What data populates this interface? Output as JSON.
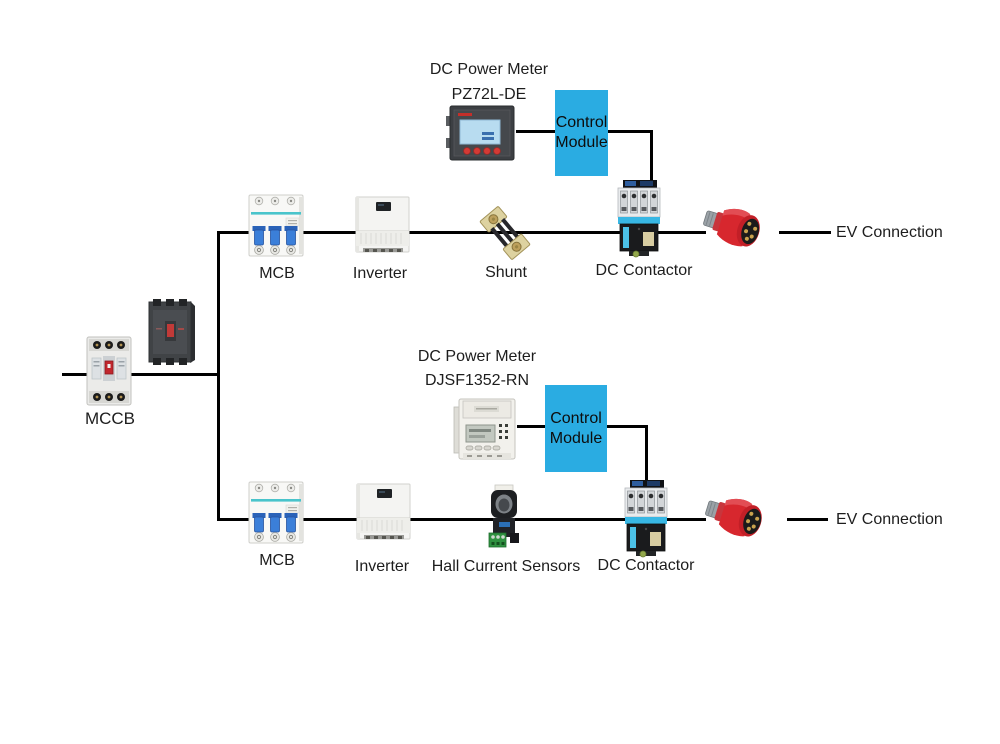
{
  "diagram_type": "EV charging power circuit diagram",
  "source": {
    "label": "MCCB",
    "icon": "mccb-icon",
    "second_icon": "molded-breaker-icon"
  },
  "branches": [
    {
      "id": "top",
      "meter": {
        "title": "DC Power Meter",
        "model": "PZ72L-DE",
        "icon": "panel-meter-icon"
      },
      "control_module": {
        "label": "Control Module"
      },
      "components": [
        {
          "name": "mcb",
          "label": "MCB",
          "icon": "mcb-icon"
        },
        {
          "name": "inverter",
          "label": "Inverter",
          "icon": "inverter-icon"
        },
        {
          "name": "shunt",
          "label": "Shunt",
          "icon": "shunt-icon"
        },
        {
          "name": "dc-contactor",
          "label": "DC Contactor",
          "icon": "dc-contactor-icon"
        }
      ],
      "plug_icon": "ev-plug-icon",
      "ev_label": "EV Connection"
    },
    {
      "id": "bottom",
      "meter": {
        "title": "DC Power Meter",
        "model": "DJSF1352-RN",
        "icon": "din-rail-meter-icon"
      },
      "control_module": {
        "label": "Control Module"
      },
      "components": [
        {
          "name": "mcb",
          "label": "MCB",
          "icon": "mcb-icon"
        },
        {
          "name": "inverter",
          "label": "Inverter",
          "icon": "inverter-icon"
        },
        {
          "name": "hall-sensor",
          "label": "Hall Current Sensors",
          "icon": "hall-current-sensor-icon"
        },
        {
          "name": "dc-contactor",
          "label": "DC Contactor",
          "icon": "dc-contactor-icon"
        }
      ],
      "plug_icon": "ev-plug-icon",
      "ev_label": "EV Connection"
    }
  ],
  "colors": {
    "wire": "#000000",
    "control_module_bg": "#2aace2",
    "plug_red": "#d7272e",
    "contactor_accent": "#38b7e4",
    "mcb_toggle_blue": "#3b7fd9",
    "lcd_blue": "#b8dcf0",
    "shunt_brass": "#ddd2a0",
    "hall_terminal_green": "#2f9140"
  }
}
